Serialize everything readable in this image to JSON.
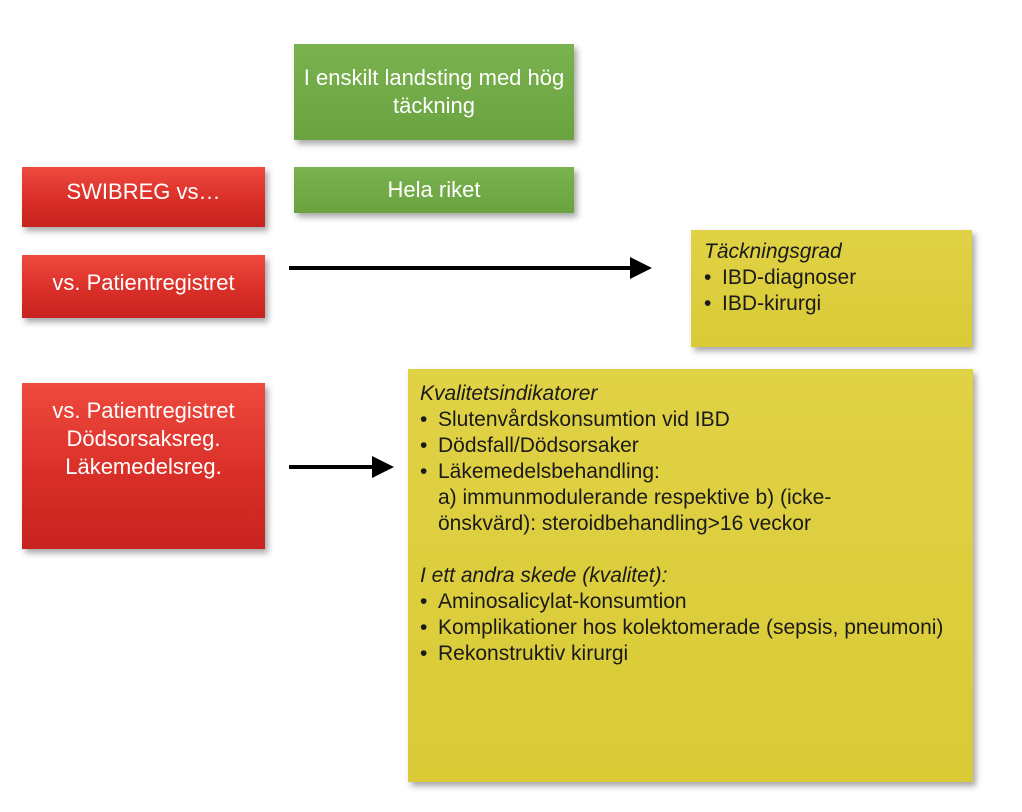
{
  "green_boxes": {
    "region": "I enskilt landsting med hög täckning",
    "country": "Hela riket"
  },
  "red_boxes": {
    "swibreg": "SWIBREG vs…",
    "patientreg": "vs. Patientregistret",
    "multi": [
      "vs. Patientregistret",
      "Dödsorsaksreg.",
      "Läkemedelsreg."
    ]
  },
  "coverage": {
    "heading": "Täckningsgrad",
    "items": [
      "IBD-diagnoser",
      "IBD-kirurgi"
    ]
  },
  "quality": {
    "heading": "Kvalitetsindikatorer",
    "items": [
      "Slutenvårdskonsumtion vid IBD",
      "Dödsfall/Dödsorsaker",
      "Läkemedelsbehandling:"
    ],
    "sub_lines": [
      "a) immunmodulerande respektive b) (icke-",
      "önskvärd): steroidbehandling>16 veckor"
    ],
    "heading2": "I ett andra skede (kvalitet):",
    "items2": [
      "Aminosalicylat-konsumtion",
      "Komplikationer hos kolektomerade (sepsis, pneumoni)",
      "Rekonstruktiv kirurgi"
    ]
  },
  "colors": {
    "green": "#6fa844",
    "red": "#d92f28",
    "yellow": "#dccd3c",
    "arrow": "#000000"
  }
}
